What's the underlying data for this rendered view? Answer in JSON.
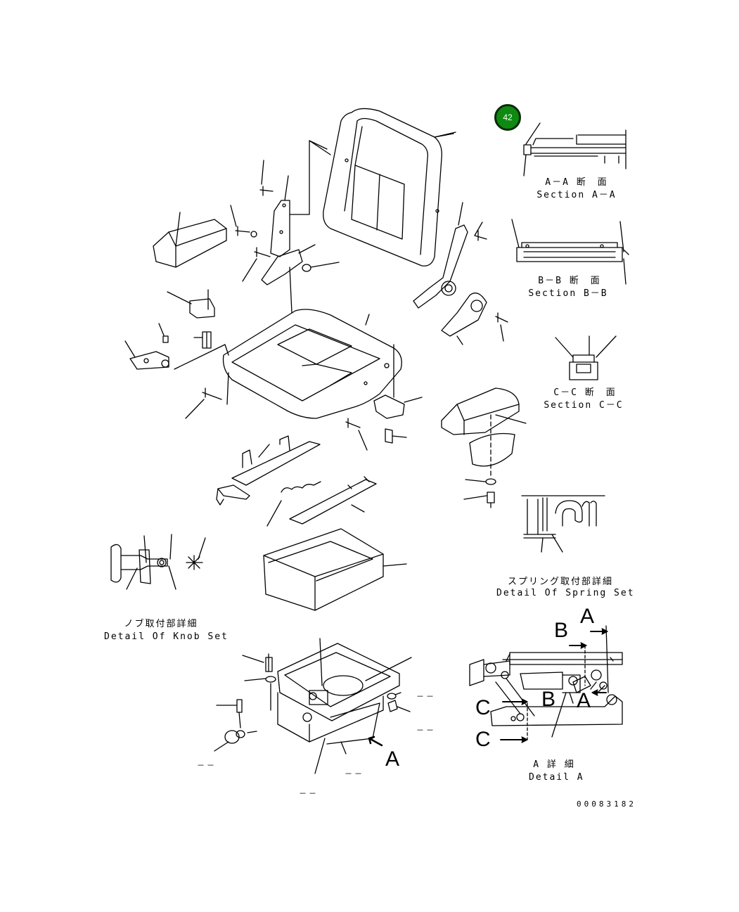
{
  "callout": {
    "number": "42",
    "color": "#0e8a10"
  },
  "sections": {
    "aa_jp": "A－A 断　面",
    "aa_en": "Section A－A",
    "bb_jp": "B－B 断　面",
    "bb_en": "Section B－B",
    "cc_jp": "C－C 断　面",
    "cc_en": "Section C－C"
  },
  "details": {
    "spring_jp": "スプリング取付部詳細",
    "spring_en": "Detail Of Spring Set",
    "knob_jp": "ノブ取付部詳細",
    "knob_en": "Detail Of Knob Set",
    "a_jp": "A 詳 細",
    "a_en": "Detail A"
  },
  "letters": {
    "a_main": "A",
    "a_top": "A",
    "b_top": "B",
    "b_mid": "B",
    "a_mid": "A",
    "c_upper": "C",
    "c_lower": "C"
  },
  "dash_marks": {
    "d1": "－－",
    "d2": "－－",
    "d3": "－－",
    "d4": "－－",
    "d5": "－－",
    "d6": "－－"
  },
  "drawing_number": "00083182"
}
